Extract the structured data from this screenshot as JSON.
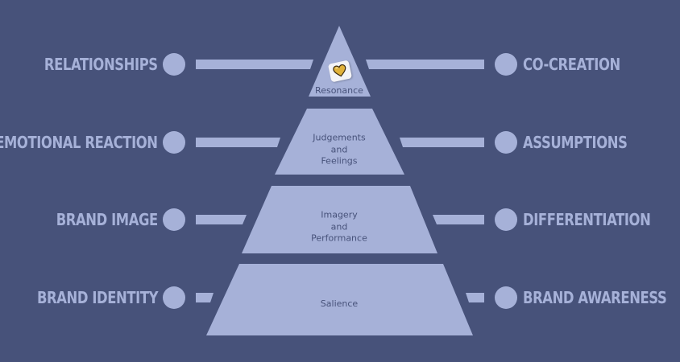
{
  "tiers": [
    {
      "label": "Resonance"
    },
    {
      "label": "Judgements\nand\nFeelings"
    },
    {
      "label": "Imagery\nand\nPerformance"
    },
    {
      "label": "Salience"
    }
  ],
  "left_labels": [
    "RELATIONSHIPS",
    "EMOTIONAL REACTION",
    "BRAND IMAGE",
    "BRAND IDENTITY"
  ],
  "right_labels": [
    "CO-CREATION",
    "ASSUMPTIONS",
    "DIFFERENTIATION",
    "BRAND AWARENESS"
  ],
  "colors": {
    "background": "#47527a",
    "shape": "#a6b1d8",
    "tier_text": "#47527a",
    "heart": "#e0b13a"
  },
  "icons": {
    "top_tier": "heart-icon"
  }
}
